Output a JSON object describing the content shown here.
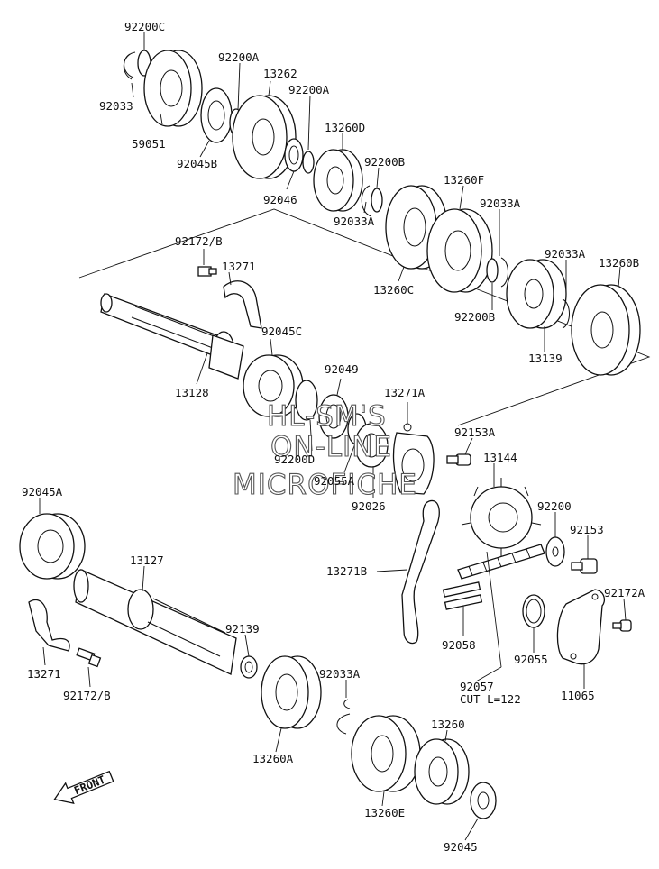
{
  "callouts": [
    {
      "id": "p1",
      "text": "92200C"
    },
    {
      "id": "p2",
      "text": "92033"
    },
    {
      "id": "p3",
      "text": "59051"
    },
    {
      "id": "p4",
      "text": "92200A"
    },
    {
      "id": "p5",
      "text": "13262"
    },
    {
      "id": "p6",
      "text": "92200A"
    },
    {
      "id": "p7",
      "text": "92045B"
    },
    {
      "id": "p8",
      "text": "13260D"
    },
    {
      "id": "p9",
      "text": "92046"
    },
    {
      "id": "p10",
      "text": "92200B"
    },
    {
      "id": "p11",
      "text": "13260F"
    },
    {
      "id": "p12",
      "text": "92033A"
    },
    {
      "id": "p13",
      "text": "92033A"
    },
    {
      "id": "p14",
      "text": "92033A"
    },
    {
      "id": "p15",
      "text": "13260B"
    },
    {
      "id": "p16",
      "text": "13260C"
    },
    {
      "id": "p17",
      "text": "92200B"
    },
    {
      "id": "p18",
      "text": "13139"
    },
    {
      "id": "p19",
      "text": "92172/B"
    },
    {
      "id": "p20",
      "text": "13271"
    },
    {
      "id": "p21",
      "text": "92045C"
    },
    {
      "id": "p22",
      "text": "92049"
    },
    {
      "id": "p23",
      "text": "13128"
    },
    {
      "id": "p24",
      "text": "13271A"
    },
    {
      "id": "p25",
      "text": "92153A"
    },
    {
      "id": "p26",
      "text": "92200D"
    },
    {
      "id": "p27",
      "text": "92055A"
    },
    {
      "id": "p28",
      "text": "13144"
    },
    {
      "id": "p29",
      "text": "92026"
    },
    {
      "id": "p30",
      "text": "92045A"
    },
    {
      "id": "p31",
      "text": "92200"
    },
    {
      "id": "p32",
      "text": "92153"
    },
    {
      "id": "p33",
      "text": "13127"
    },
    {
      "id": "p34",
      "text": "13271B"
    },
    {
      "id": "p35",
      "text": "92172A"
    },
    {
      "id": "p36",
      "text": "92139"
    },
    {
      "id": "p37",
      "text": "92058"
    },
    {
      "id": "p38",
      "text": "92055"
    },
    {
      "id": "p39",
      "text": "13271"
    },
    {
      "id": "p40",
      "text": "92172/B"
    },
    {
      "id": "p41",
      "text": "92033A"
    },
    {
      "id": "p42",
      "text": "92057"
    },
    {
      "id": "p43",
      "text": "CUT L=122"
    },
    {
      "id": "p44",
      "text": "11065"
    },
    {
      "id": "p45",
      "text": "13260A"
    },
    {
      "id": "p46",
      "text": "13260"
    },
    {
      "id": "p47",
      "text": "13260E"
    },
    {
      "id": "p48",
      "text": "92045"
    }
  ],
  "watermark": [
    "HL-SM'S",
    "ON-LINE",
    "MICROFICHE"
  ],
  "front_label": "FRONT"
}
